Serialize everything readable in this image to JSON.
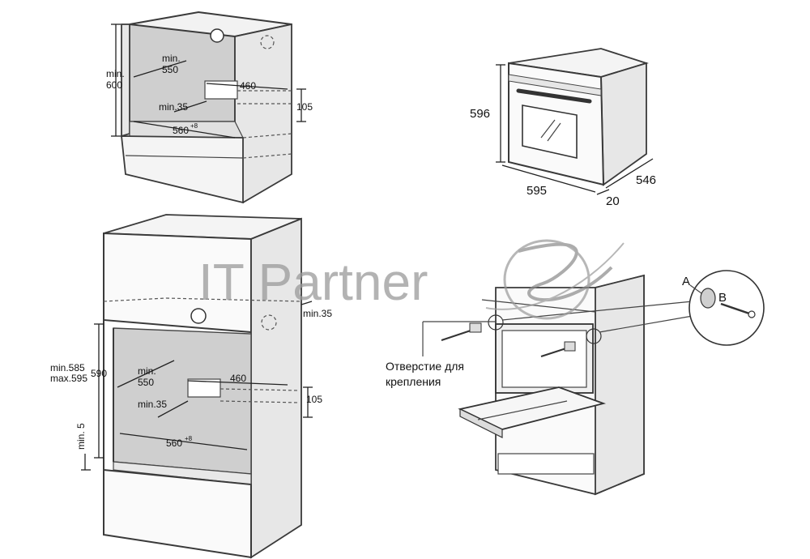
{
  "watermark": {
    "text": "IT Partner"
  },
  "top_left_cabinet": {
    "height_label": [
      "min.",
      "600"
    ],
    "depth_label": [
      "min.",
      "550"
    ],
    "width_label": "560",
    "width_sup": "+8",
    "cutout_width": "460",
    "cutout_height": "105",
    "gap_label": "min.35"
  },
  "top_right_oven": {
    "height": "596",
    "width": "595",
    "depth": "546",
    "front": "20"
  },
  "bottom_left_cabinet": {
    "height_label": [
      "min.585",
      "max.595"
    ],
    "height_value": "590",
    "depth_label": [
      "min.",
      "550"
    ],
    "width_label": "560",
    "width_sup": "+8",
    "cutout_width": "460",
    "cutout_height": "105",
    "gap_label": "min.35",
    "top_gap_label": "min.35",
    "bottom_gap_label": "min. 5"
  },
  "bottom_right_install": {
    "mount_label": [
      "Отверстие для",
      "крепления"
    ],
    "part_a": "A",
    "part_b": "B"
  }
}
